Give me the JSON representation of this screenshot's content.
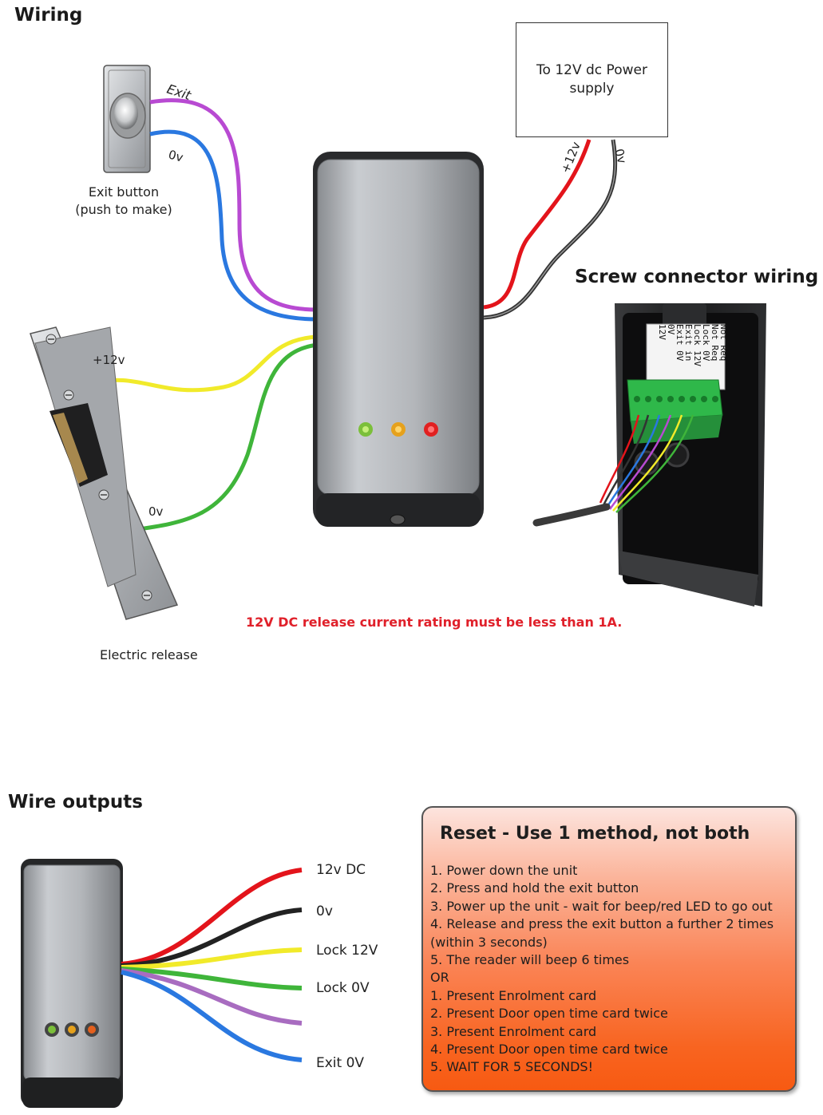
{
  "headings": {
    "wiring": "Wiring",
    "screw_connector": "Screw connector wiring",
    "wire_outputs": "Wire outputs"
  },
  "exit_button": {
    "wire_exit": "Exit",
    "wire_0v": "0v",
    "caption_line1": "Exit button",
    "caption_line2": "(push to make)"
  },
  "power_supply": {
    "box_text": "To 12V dc Power supply",
    "wire_plus": "+12v",
    "wire_0v": "0v"
  },
  "electric_release": {
    "wire_plus": "+12v",
    "wire_0v": "0v",
    "caption": "Electric release"
  },
  "warning": "12V DC release current rating must be less than 1A.",
  "screw_terminal_labels": [
    "Not Req",
    "Not Req",
    "Lock 0V",
    "Lock 12V",
    "Exit in",
    "Exit 0V",
    "0V",
    "12V"
  ],
  "wire_outputs": [
    "12v DC",
    "0v",
    "Lock 12V",
    "Lock 0V",
    "",
    "Exit 0V"
  ],
  "reset": {
    "title": "Reset - Use 1 method, not both",
    "lines": [
      "1. Power down the unit",
      "2. Press and hold the exit button",
      "3. Power up the unit - wait for beep/red LED to go out",
      "4. Release and press the exit button a further 2 times (within 3 seconds)",
      "5. The reader will beep 6 times",
      "OR",
      "1. Present Enrolment card",
      "2. Present Door open time card twice",
      "3. Present Enrolment card",
      "4. Present Door open time card twice",
      "5. WAIT FOR 5 SECONDS!"
    ]
  },
  "colors": {
    "wire_red": "#e3141b",
    "wire_black": "#222222",
    "wire_yellow": "#f1ea2a",
    "wire_green": "#3fb53a",
    "wire_purple": "#b84ad2",
    "wire_blue": "#2a78e0",
    "warning_red": "#e0202a",
    "terminal_green": "#2fb84a"
  },
  "icons": [
    "exit-button-icon",
    "card-reader-icon",
    "electric-release-icon",
    "screw-terminal-icon"
  ]
}
